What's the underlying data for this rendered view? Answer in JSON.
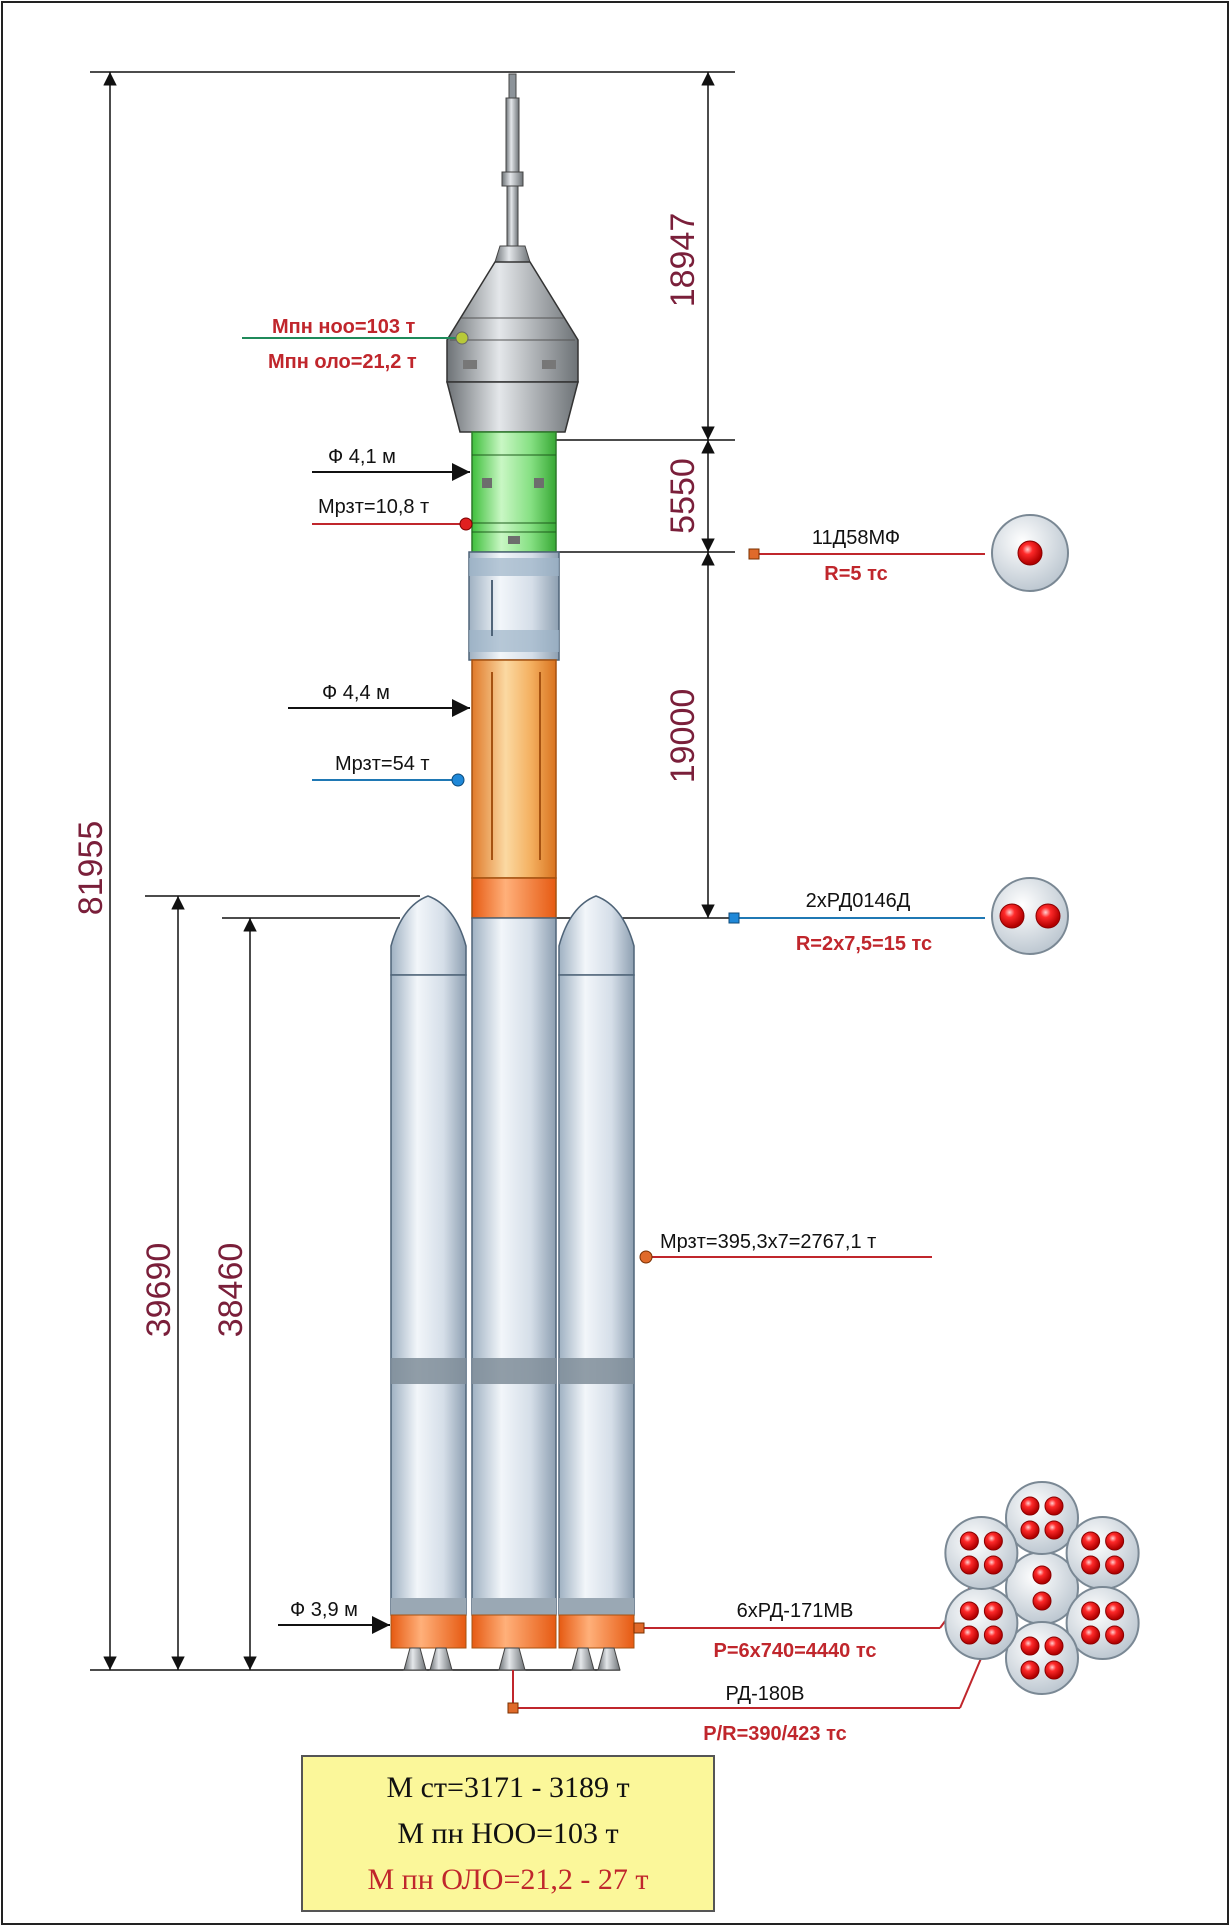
{
  "diagram": {
    "dimensions": {
      "total_height": "81955",
      "upper_block": "18947",
      "upper_stage": "5550",
      "second_stage": "19000",
      "booster_height": "39690",
      "core_height": "38460"
    },
    "payload": {
      "leo_mass": "Мпн ноо=103 т",
      "geo_mass": "Мпн оло=21,2 т"
    },
    "upper_stage": {
      "diameter": "Ф 4,1 м",
      "fuel_mass": "Мрзт=10,8 т",
      "engine_name": "11Д58МФ",
      "engine_thrust": "R=5 тс"
    },
    "second_stage": {
      "diameter": "Ф 4,4 м",
      "fuel_mass": "Мрзт=54 т",
      "engine_name": "2хРД0146Д",
      "engine_thrust": "R=2х7,5=15 тс"
    },
    "first_stage": {
      "fuel_mass": "Мрзт=395,3х7=2767,1 т",
      "diameter": "Ф 3,9 м",
      "engine_name": "6хРД-171МВ",
      "engine_thrust": "P=6х740=4440 тс",
      "core_engine_name": "РД-180В",
      "core_engine_thrust": "P/R=390/423 тс"
    },
    "summary": {
      "launch_mass": "М ст=3171 - 3189 т",
      "leo_payload": "М пн НОО=103 т",
      "geo_payload": "М пн ОЛО=21,2 - 27 т"
    },
    "colors": {
      "upper_stage": "#7ee07a",
      "second_stage": "#f0a04a",
      "booster": "#dde6ee",
      "summary_box": "#fbf79a",
      "dimension_text": "#7a1f3a",
      "red_text": "#c0262c"
    }
  }
}
